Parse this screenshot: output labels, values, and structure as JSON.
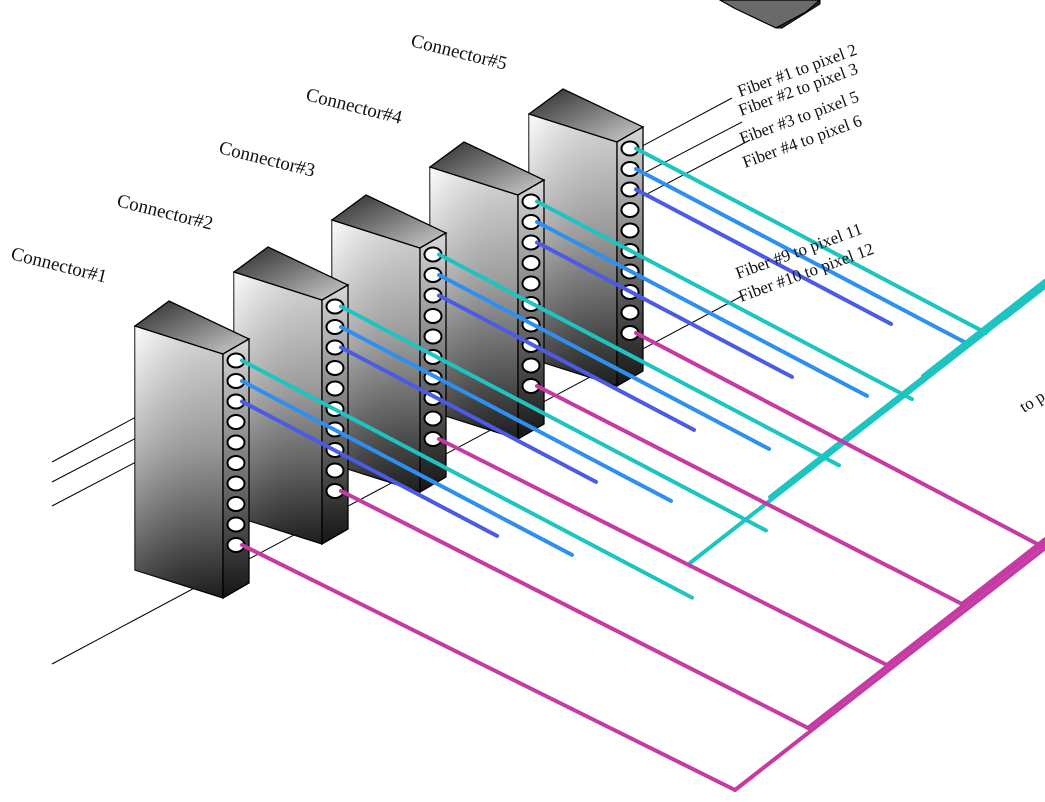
{
  "diagram": {
    "connectors": [
      {
        "label": "Connector#1"
      },
      {
        "label": "Connector#2"
      },
      {
        "label": "Connector#3"
      },
      {
        "label": "Connector#4"
      },
      {
        "label": "Connector#5"
      }
    ],
    "fiber_labels_top": [
      "Fiber #1 to pixel 2",
      "Fiber #2 to pixel 3",
      "Fiber #3 to pixel 5",
      "Fiber #4 to pixel 6"
    ],
    "fiber_labels_mid": [
      "Fiber #9 to pixel 11",
      "Fiber #10 to pixel 12"
    ],
    "edge_label": "to p",
    "colors": {
      "teal": "#1ec4c0",
      "sky": "#2f8ff0",
      "indigo": "#4a5be6",
      "magenta": "#c63aa4",
      "body_light": "#f2f2f2",
      "body_dark": "#222222"
    }
  }
}
